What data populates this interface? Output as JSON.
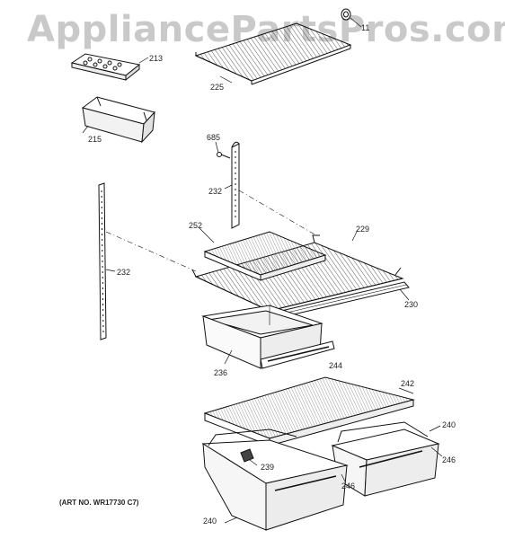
{
  "watermark": "AppliancePartsPros.com",
  "art_number": "(ART NO. WR17730 C7)",
  "parts": [
    {
      "id": "shelf-rail-cap",
      "label": "11"
    },
    {
      "id": "egg-tray",
      "label": "213"
    },
    {
      "id": "wire-shelf-top",
      "label": "225"
    },
    {
      "id": "ice-bucket",
      "label": "215"
    },
    {
      "id": "screw",
      "label": "685"
    },
    {
      "id": "support-rail-rear",
      "label": "232"
    },
    {
      "id": "glass-shelf-insert",
      "label": "252"
    },
    {
      "id": "wire-shelf-middle",
      "label": "229"
    },
    {
      "id": "support-rail-left",
      "label": "232"
    },
    {
      "id": "shelf-front-trim",
      "label": "230"
    },
    {
      "id": "meat-pan",
      "label": "236"
    },
    {
      "id": "meat-pan-front",
      "label": "244"
    },
    {
      "id": "crisper-cover",
      "label": "242"
    },
    {
      "id": "crisper-right",
      "label": "240"
    },
    {
      "id": "crisper-front-right",
      "label": "246"
    },
    {
      "id": "slide-rail",
      "label": "239"
    },
    {
      "id": "crisper-front-left",
      "label": "246"
    },
    {
      "id": "crisper-left",
      "label": "240"
    }
  ]
}
